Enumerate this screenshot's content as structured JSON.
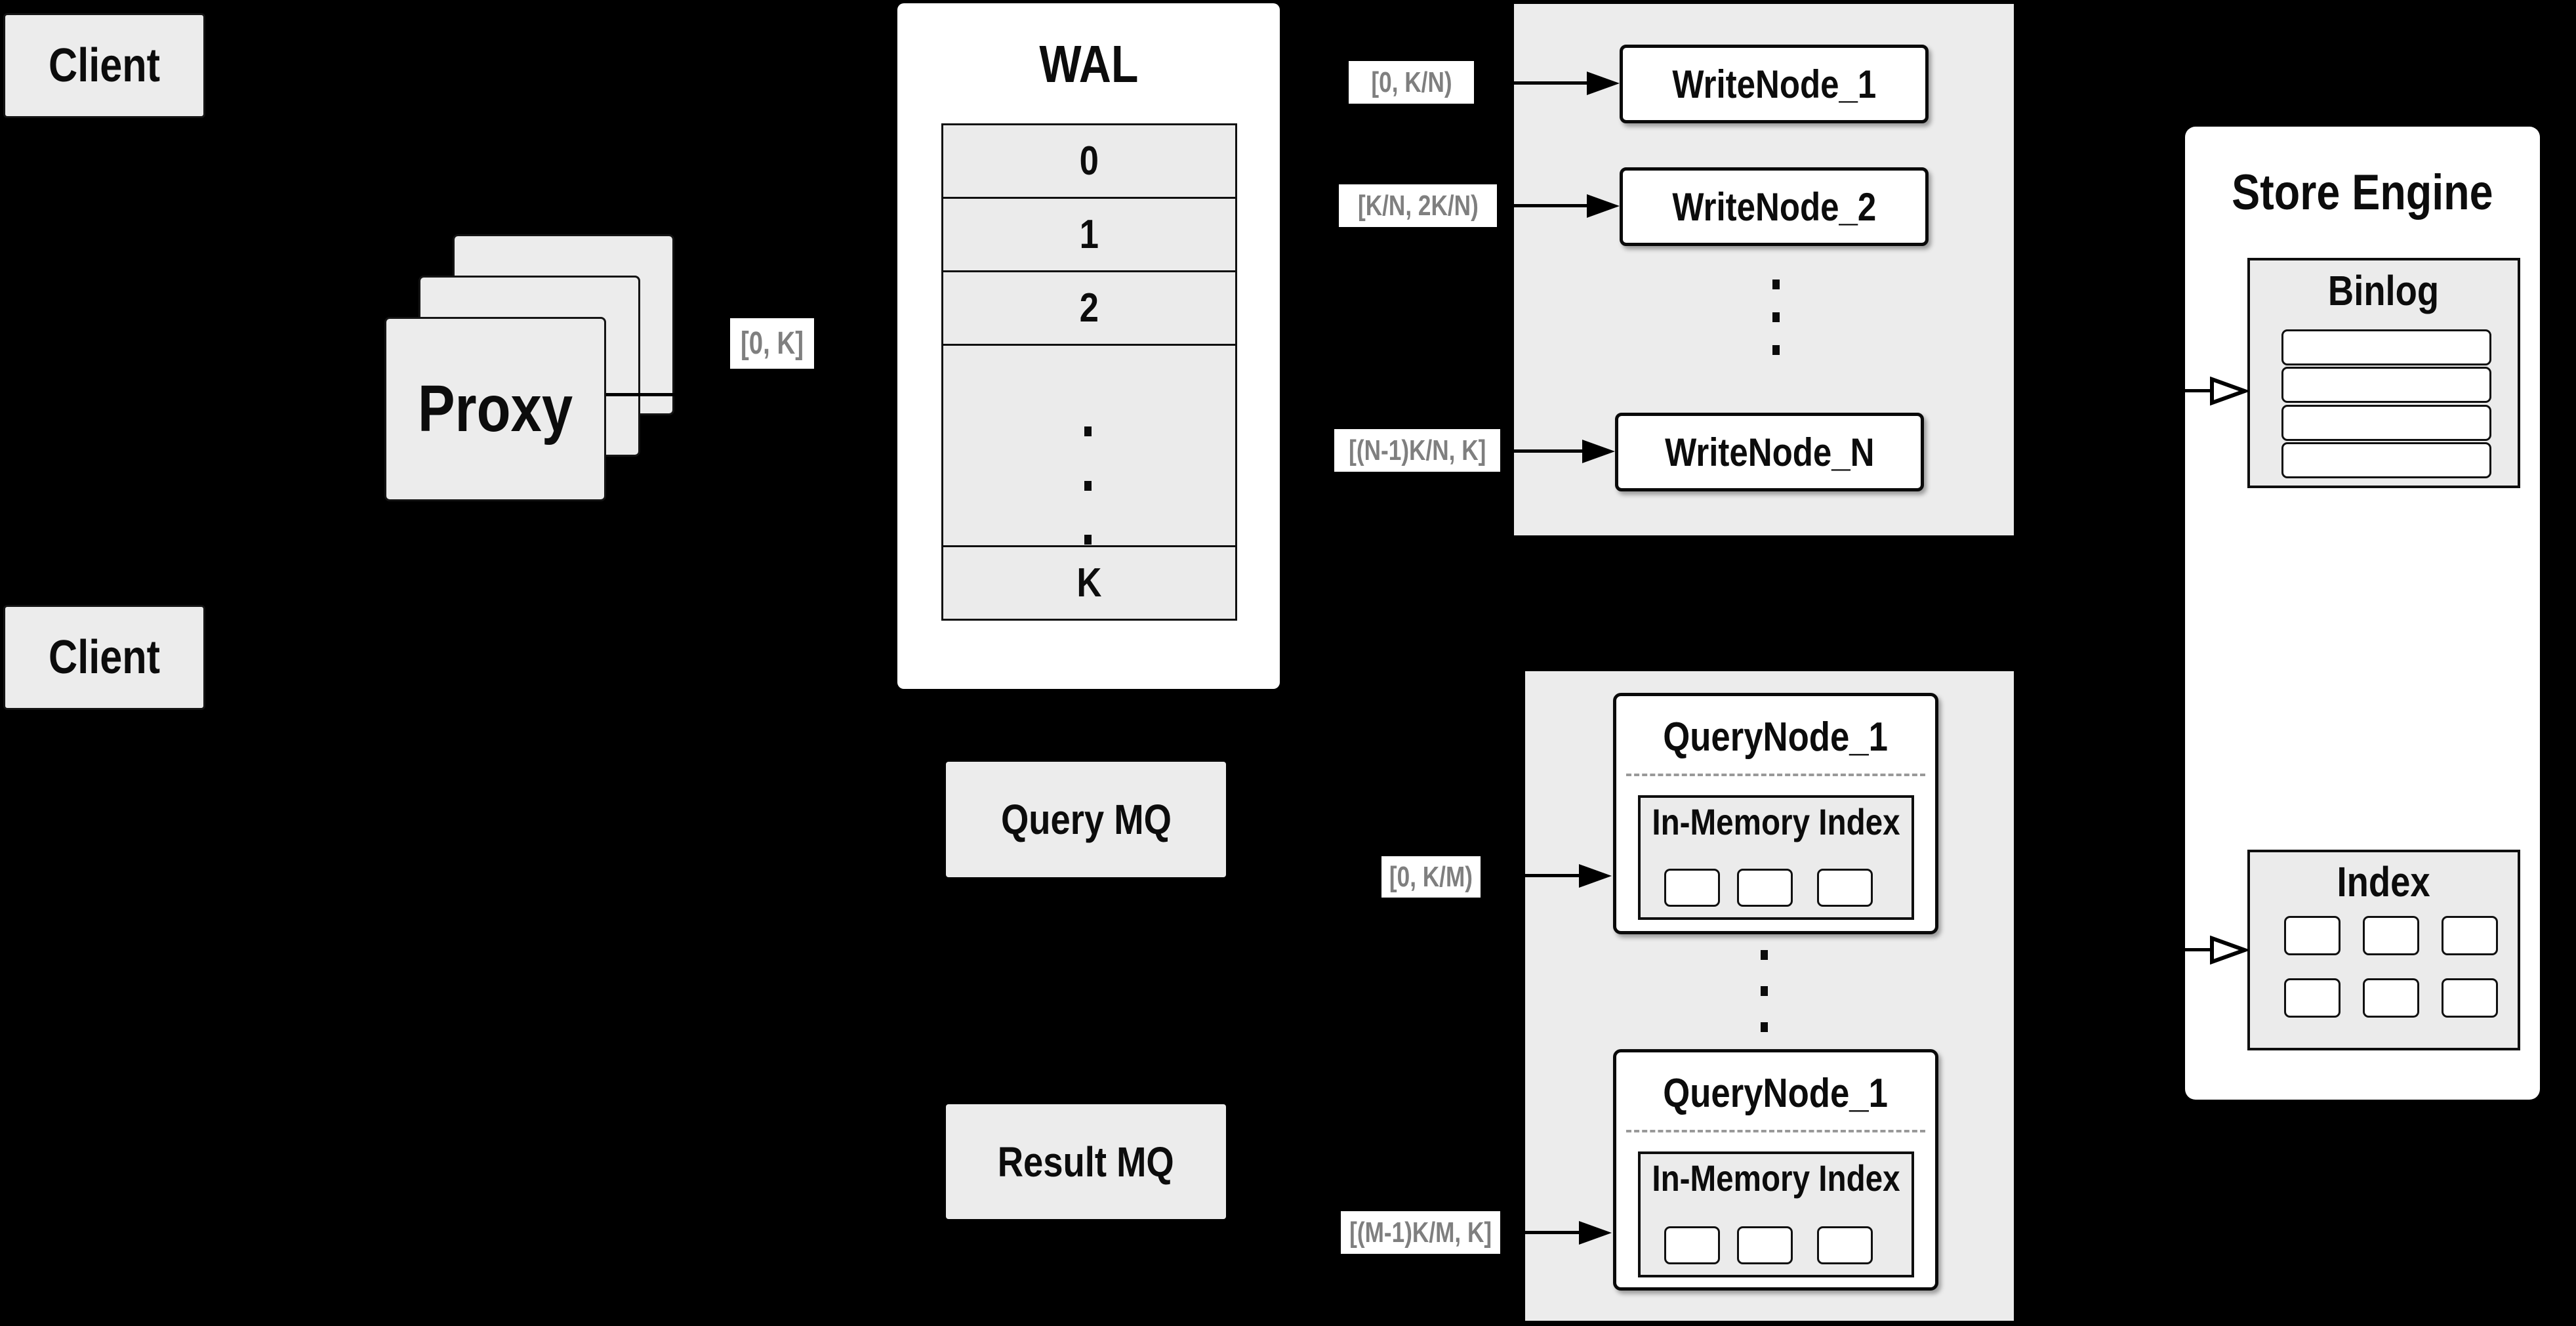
{
  "clients": {
    "top": "Client",
    "bottom": "Client"
  },
  "proxy": {
    "label": "Proxy",
    "range_label": "[0, K]"
  },
  "wal": {
    "title": "WAL",
    "rows": [
      "0",
      "1",
      "2"
    ],
    "last_row": "K"
  },
  "write_nodes": {
    "labels": [
      "WriteNode_1",
      "WriteNode_2",
      "WriteNode_N"
    ],
    "ranges": [
      "[0, K/N)",
      "[K/N, 2K/N)",
      "[(N-1)K/N, K]"
    ]
  },
  "mq": {
    "query": "Query MQ",
    "result": "Result MQ"
  },
  "query_nodes": {
    "titles": [
      "QueryNode_1",
      "QueryNode_1"
    ],
    "inner_title": "In-Memory Index",
    "ranges": [
      "[0, K/M)",
      "[(M-1)K/M, K]"
    ]
  },
  "store_engine": {
    "title": "Store Engine",
    "binlog_title": "Binlog",
    "index_title": "Index"
  },
  "colors": {
    "background": "#000000",
    "panel_white": "#ffffff",
    "box_gray": "#ececec",
    "row_gray": "#ebebeb",
    "border": "#0d0d0d",
    "label_text": "#7f7f7f",
    "dash_gray": "#999999"
  }
}
